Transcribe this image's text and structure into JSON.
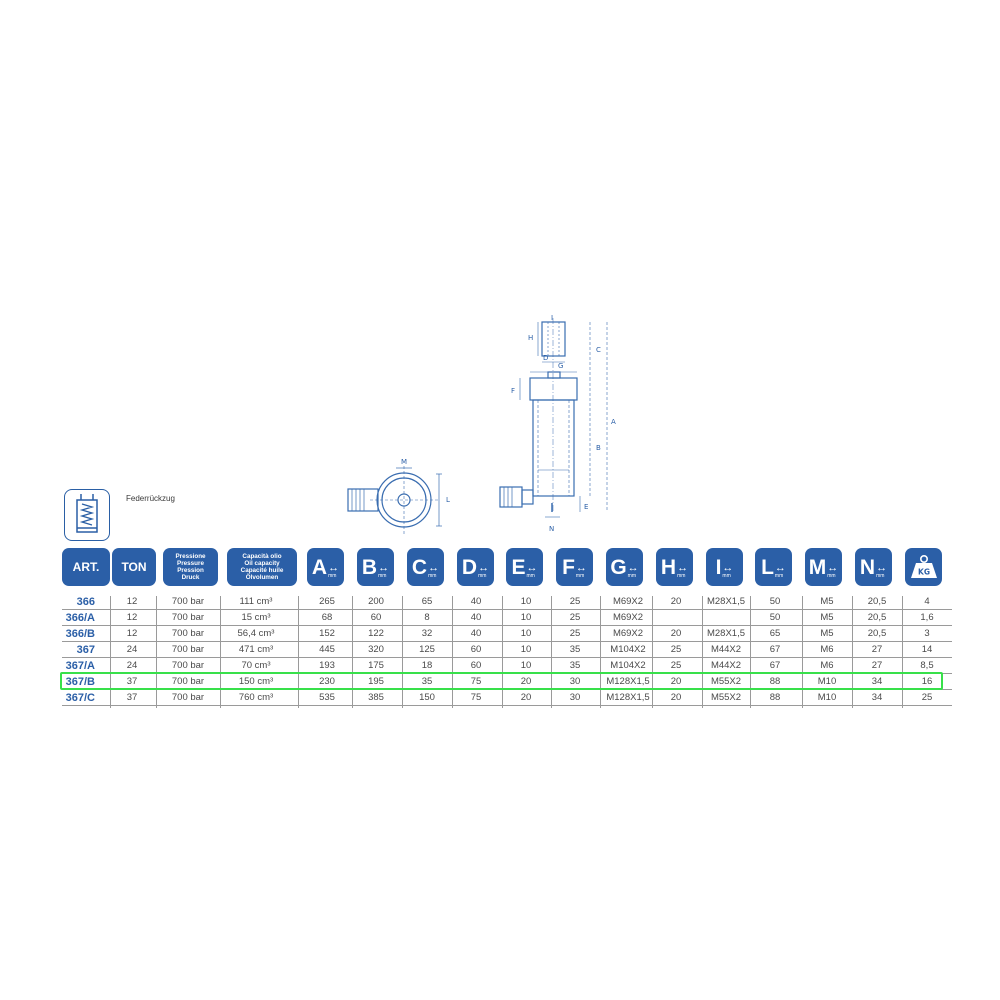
{
  "legend": {
    "label": "Federrückzug"
  },
  "drawing": {
    "side_labels": [
      "I",
      "H",
      "D",
      "C",
      "G",
      "F",
      "A",
      "B",
      "E",
      "N"
    ],
    "top_labels": [
      "M",
      "L"
    ]
  },
  "headers": [
    {
      "kind": "text",
      "text": "ART."
    },
    {
      "kind": "text",
      "text": "TON"
    },
    {
      "kind": "multi",
      "lines": [
        "Pressione",
        "Pressure",
        "Pression",
        "Druck"
      ]
    },
    {
      "kind": "multi",
      "lines": [
        "Capacità olio",
        "Oil capacity",
        "Capacité huile",
        "Ölvolumen"
      ]
    },
    {
      "kind": "dim",
      "letter": "A",
      "unit": "mm"
    },
    {
      "kind": "dim",
      "letter": "B",
      "unit": "mm"
    },
    {
      "kind": "dim",
      "letter": "C",
      "unit": "mm"
    },
    {
      "kind": "dim",
      "letter": "D",
      "unit": "mm"
    },
    {
      "kind": "dim",
      "letter": "E",
      "unit": "mm"
    },
    {
      "kind": "dim",
      "letter": "F",
      "unit": "mm"
    },
    {
      "kind": "dim",
      "letter": "G",
      "unit": "mm"
    },
    {
      "kind": "dim",
      "letter": "H",
      "unit": "mm"
    },
    {
      "kind": "dim",
      "letter": "I",
      "unit": "mm"
    },
    {
      "kind": "dim",
      "letter": "L",
      "unit": "mm"
    },
    {
      "kind": "dim",
      "letter": "M",
      "unit": "mm"
    },
    {
      "kind": "dim",
      "letter": "N",
      "unit": "mm"
    },
    {
      "kind": "weight",
      "text": "KG"
    }
  ],
  "rows": [
    [
      "366",
      "12",
      "700 bar",
      "111 cm³",
      "265",
      "200",
      "65",
      "40",
      "10",
      "25",
      "M69X2",
      "20",
      "M28X1,5",
      "50",
      "M5",
      "20,5",
      "4"
    ],
    [
      "366/A",
      "12",
      "700 bar",
      "15 cm³",
      "68",
      "60",
      "8",
      "40",
      "10",
      "25",
      "M69X2",
      "",
      "",
      "50",
      "M5",
      "20,5",
      "1,6"
    ],
    [
      "366/B",
      "12",
      "700 bar",
      "56,4 cm³",
      "152",
      "122",
      "32",
      "40",
      "10",
      "25",
      "M69X2",
      "20",
      "M28X1,5",
      "65",
      "M5",
      "20,5",
      "3"
    ],
    [
      "367",
      "24",
      "700 bar",
      "471 cm³",
      "445",
      "320",
      "125",
      "60",
      "10",
      "35",
      "M104X2",
      "25",
      "M44X2",
      "67",
      "M6",
      "27",
      "14"
    ],
    [
      "367/A",
      "24",
      "700 bar",
      "70 cm³",
      "193",
      "175",
      "18",
      "60",
      "10",
      "35",
      "M104X2",
      "25",
      "M44X2",
      "67",
      "M6",
      "27",
      "8,5"
    ],
    [
      "367/B",
      "37",
      "700 bar",
      "150 cm³",
      "230",
      "195",
      "35",
      "75",
      "20",
      "30",
      "M128X1,5",
      "20",
      "M55X2",
      "88",
      "M10",
      "34",
      "16"
    ],
    [
      "367/C",
      "37",
      "700 bar",
      "760 cm³",
      "535",
      "385",
      "150",
      "75",
      "20",
      "30",
      "M128X1,5",
      "20",
      "M55X2",
      "88",
      "M10",
      "34",
      "25"
    ]
  ],
  "highlighted_row": "367/B",
  "colors": {
    "header_blue": "#2b5fa7",
    "highlight_green": "#38e04a",
    "line_blue": "#3a6db0"
  }
}
